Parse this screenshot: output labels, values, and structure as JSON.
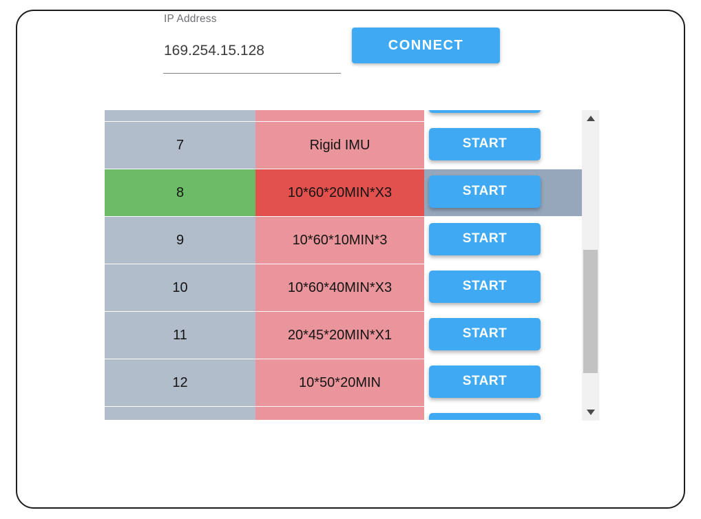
{
  "header": {
    "ip_label": "IP Address",
    "ip_value": "169.254.15.128",
    "connect_label": "CONNECT"
  },
  "table": {
    "button_label": "START",
    "rows": [
      {
        "num": "",
        "desc": "",
        "selected": false,
        "partial": "top"
      },
      {
        "num": "7",
        "desc": "Rigid IMU",
        "selected": false
      },
      {
        "num": "8",
        "desc": "10*60*20MIN*X3",
        "selected": true
      },
      {
        "num": "9",
        "desc": "10*60*10MIN*3",
        "selected": false
      },
      {
        "num": "10",
        "desc": "10*60*40MIN*X3",
        "selected": false
      },
      {
        "num": "11",
        "desc": "20*45*20MIN*X1",
        "selected": false
      },
      {
        "num": "12",
        "desc": "10*50*20MIN",
        "selected": false
      },
      {
        "num": "",
        "desc": "",
        "selected": false,
        "partial": "bottom"
      }
    ]
  },
  "scrollbar": {
    "icons": {
      "up": "triangle-up-icon",
      "down": "triangle-down-icon"
    }
  },
  "colors": {
    "accent_blue": "#3fa9f4",
    "row_number_bg": "#b1bdcb",
    "row_desc_bg": "#e9959b",
    "selected_number_bg": "#6cbc67",
    "selected_desc_bg": "#e2514d",
    "selected_row_bg": "#96a7bc",
    "scroll_track": "#f0f0f1",
    "scroll_thumb": "#c2c2c2",
    "window_border": "#1c1c1c"
  }
}
